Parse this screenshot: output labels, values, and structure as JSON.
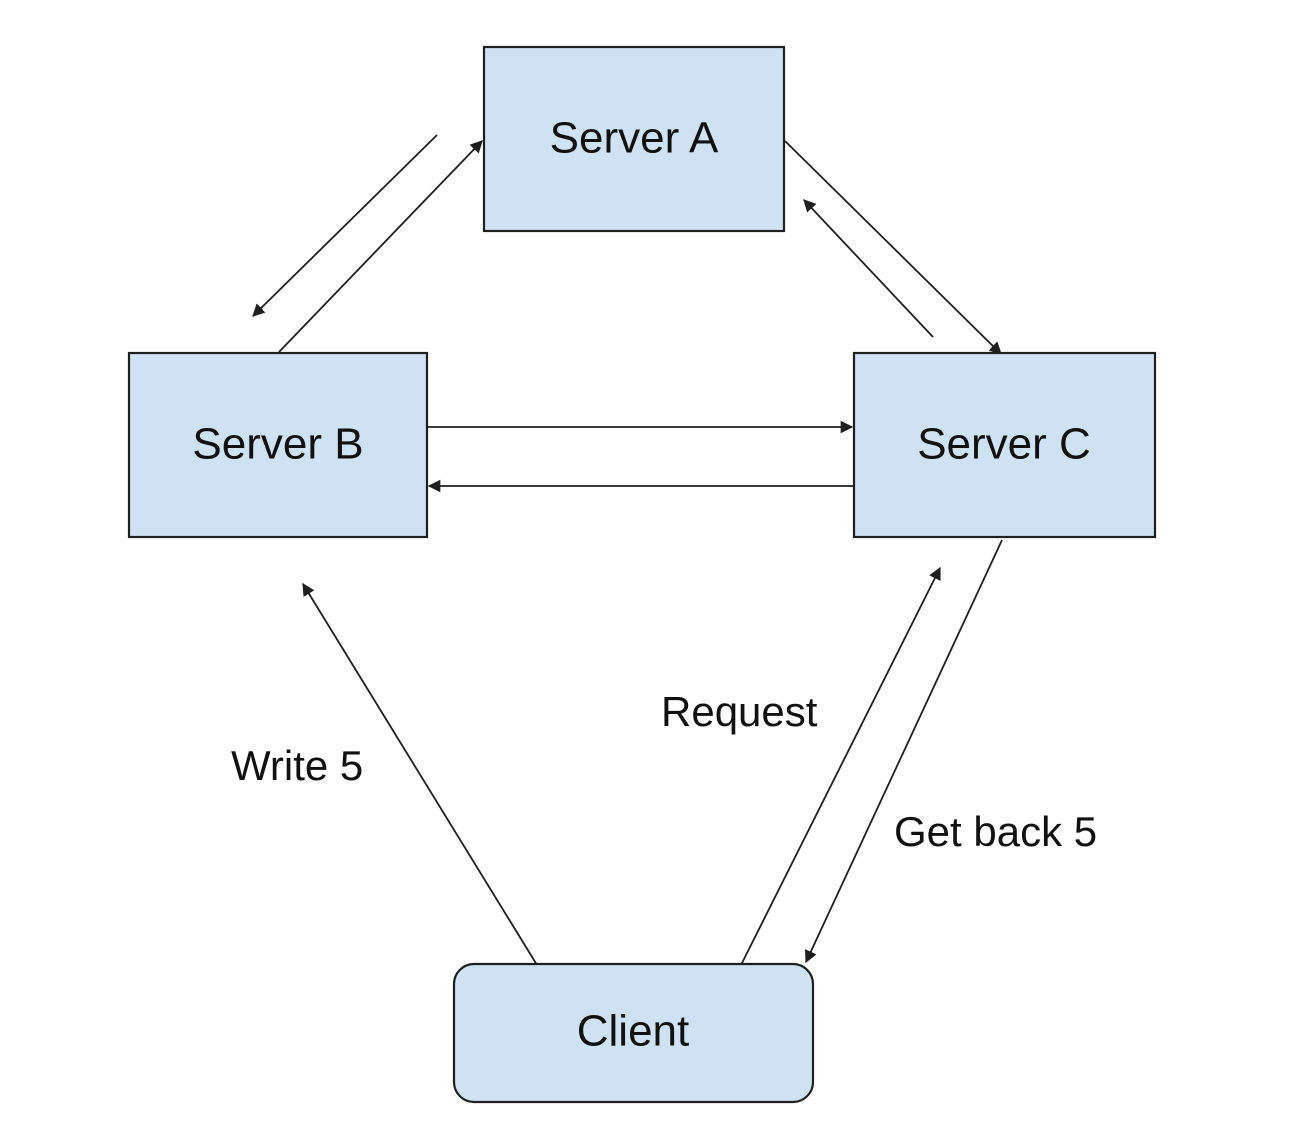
{
  "nodes": {
    "server_a": "Server A",
    "server_b": "Server B",
    "server_c": "Server C",
    "client": "Client"
  },
  "edge_labels": {
    "write": "Write 5",
    "request": "Request",
    "get_back": "Get back 5"
  },
  "colors": {
    "node_fill": "#cfe2f3",
    "stroke": "#1f1f1f",
    "text": "#111111"
  }
}
